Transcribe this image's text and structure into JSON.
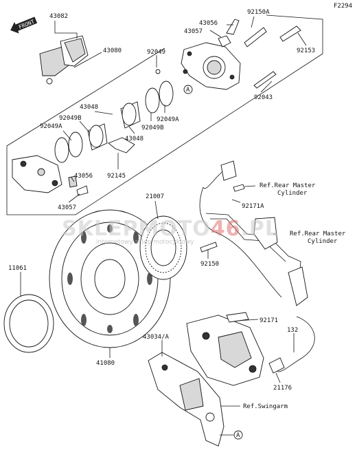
{
  "code": "F2294",
  "front_label": "FRONT",
  "watermark": {
    "brand_a": "SKLEP",
    "brand_b": "MOTO",
    "brand_c": "46",
    "brand_d": ".PL",
    "tagline": "internetowy sklep motocyklowy"
  },
  "circle_marker": "A",
  "labels": {
    "p43082": "43082",
    "p43080": "43080",
    "p43056a": "43056",
    "p43057a": "43057",
    "p92150a": "92150A",
    "p92153": "92153",
    "p92049": "92049",
    "p43048a": "43048",
    "p92049b1": "92049B",
    "p92049a1": "92049A",
    "p92049a2": "92049A",
    "p92049b2": "92049B",
    "p43048b": "43048",
    "p92043": "92043",
    "p92145": "92145",
    "p43056b": "43056",
    "p43057b": "43057",
    "p21007": "21007",
    "p92171a": "92171A",
    "p11061": "11061",
    "p92150": "92150",
    "p92171": "92171",
    "p132": "132",
    "p43034": "43034/A",
    "p41080": "41080",
    "p21176": "21176",
    "ref_rear_master_1a": "Ref.Rear Master",
    "ref_rear_master_1b": "Cylinder",
    "ref_rear_master_2a": "Ref.Rear Master",
    "ref_rear_master_2b": "Cylinder",
    "ref_swingarm": "Ref.Swingarm"
  }
}
